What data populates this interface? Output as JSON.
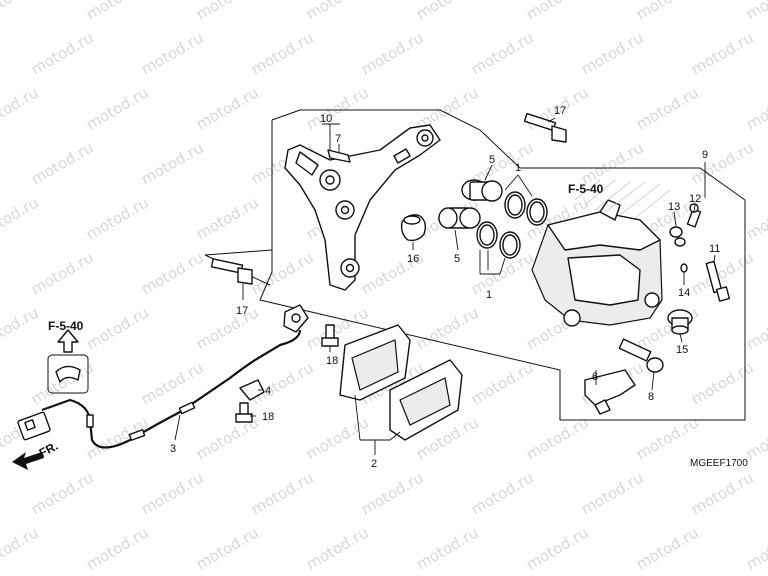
{
  "watermark": "motod.ru",
  "diagram_code": "MGEEF1700",
  "ref_page_main": "F-5-40",
  "ref_page_side": "F-5-40",
  "front_label": "FR.",
  "callouts": {
    "c1a": "1",
    "c1b": "1",
    "c2": "2",
    "c3": "3",
    "c4": "4",
    "c5a": "5",
    "c5b": "5",
    "c6": "6",
    "c7": "7",
    "c8": "8",
    "c9": "9",
    "c10": "10",
    "c11": "11",
    "c12": "12",
    "c13": "13",
    "c14": "14",
    "c15": "15",
    "c16": "16",
    "c17a": "17",
    "c17b": "17",
    "c18a": "18",
    "c18b": "18"
  }
}
